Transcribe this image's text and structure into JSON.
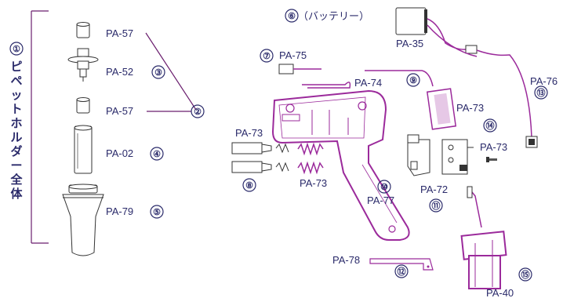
{
  "assembly": {
    "number": "①",
    "title_chars": [
      "ピ",
      "ペ",
      "ッ",
      "ト",
      "ホ",
      "ル",
      "ダ",
      "ー",
      "全",
      "体"
    ]
  },
  "callouts": {
    "n2": "②",
    "n3": "③",
    "n4": "④",
    "n5": "⑤",
    "n6": "⑥",
    "n7": "⑦",
    "n8": "⑧",
    "n9": "⑨",
    "n10": "⑩",
    "n11": "⑪",
    "n12": "⑫",
    "n13": "⑬",
    "n14": "⑭",
    "n15": "⑮"
  },
  "labels": {
    "pa57_top": "PA-57",
    "pa52": "PA-52",
    "pa57_mid": "PA-57",
    "pa02": "PA-02",
    "pa79": "PA-79",
    "battery": "（バッテリー）",
    "pa35": "PA-35",
    "pa75": "PA-75",
    "pa74": "PA-74",
    "pa76": "PA-76",
    "pa73_right": "PA-73",
    "pa73_left": "PA-73",
    "pa73_springs": "PA-73",
    "pa73_screw": "PA-73",
    "pa77": "PA-77",
    "pa72": "PA-72",
    "pa78": "PA-78",
    "pa40": "PA-40"
  }
}
